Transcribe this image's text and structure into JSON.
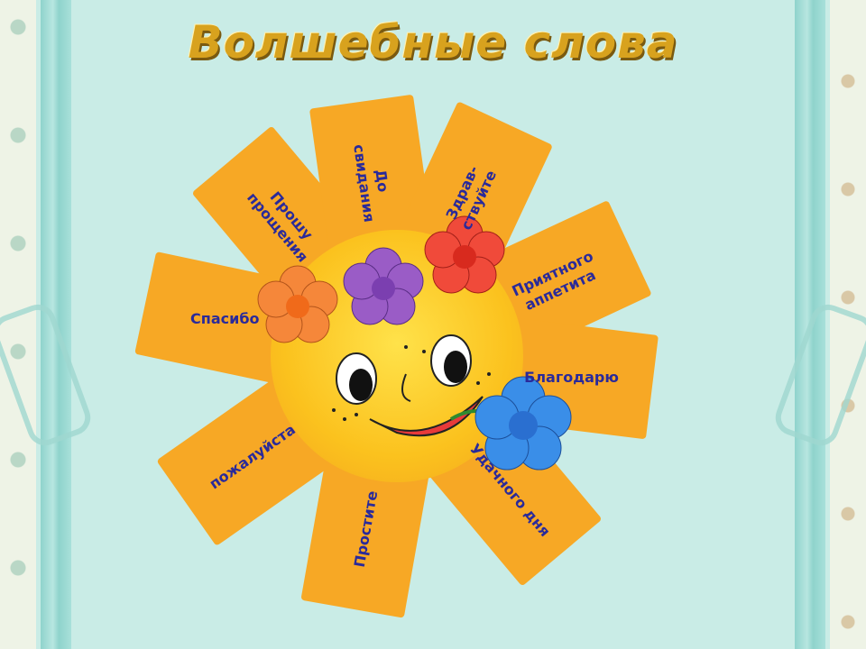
{
  "title": "Волшебные слова",
  "rays": [
    {
      "text": "Прошу прощения",
      "angle": -40
    },
    {
      "text": "До свидания",
      "angle": -8
    },
    {
      "text": "Здрав-ствуйте",
      "angle": 25
    },
    {
      "text": "Приятного аппетита",
      "angle": 65
    },
    {
      "text": "Благодарю",
      "angle": 97
    },
    {
      "text": "Удачного дня",
      "angle": 140
    },
    {
      "text": "Простите",
      "angle": 190
    },
    {
      "text": "пожалуйста",
      "angle": 235
    },
    {
      "text": "Спасибо",
      "angle": 282
    }
  ],
  "colors": {
    "ray": "#f7a825",
    "text": "#2a2a9a",
    "board": "#c9ece6"
  }
}
